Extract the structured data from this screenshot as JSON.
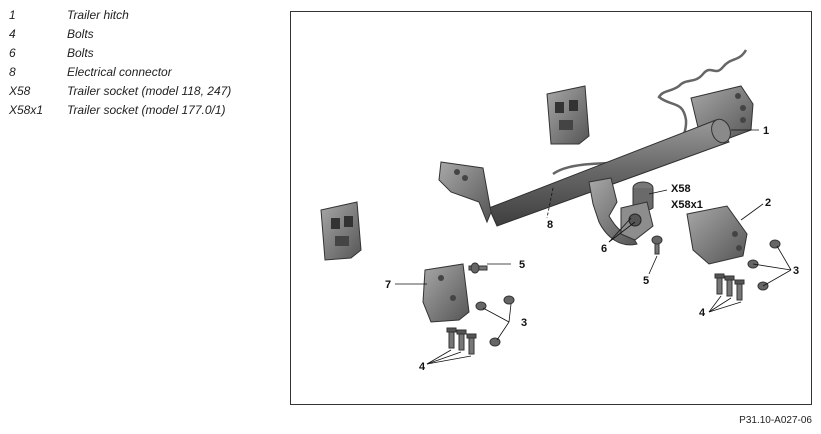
{
  "legend": [
    {
      "key": "1",
      "text": "Trailer hitch"
    },
    {
      "key": "4",
      "text": "Bolts"
    },
    {
      "key": "6",
      "text": "Bolts"
    },
    {
      "key": "8",
      "text": "Electrical connector"
    },
    {
      "key": "X58",
      "text": "Trailer socket (model 118, 247)"
    },
    {
      "key": "X58x1",
      "text": "Trailer socket (model 177.0/1)"
    }
  ],
  "callouts": {
    "c1": "1",
    "c2": "2",
    "c3a": "3",
    "c3b": "3",
    "c4a": "4",
    "c4b": "4",
    "c5a": "5",
    "c5b": "5",
    "c6": "6",
    "c7": "7",
    "c8": "8",
    "cx58": "X58",
    "cx58x1": "X58x1"
  },
  "figure_ref": "P31.10-A027-06"
}
